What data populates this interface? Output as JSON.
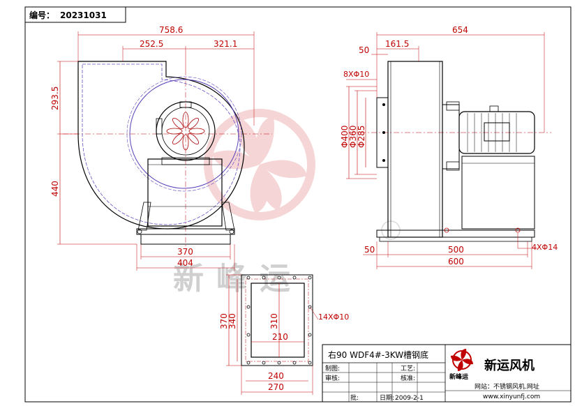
{
  "header": {
    "serial_label": "编号：",
    "serial_value": "20231031"
  },
  "front_view": {
    "dims": {
      "overall_width": "758.6",
      "left_width": "252.5",
      "right_width": "321.1",
      "upper_height": "293.5",
      "lower_height": "440",
      "base_inner": "370",
      "base_outer": "404"
    }
  },
  "side_view": {
    "dims": {
      "overall_width": "654",
      "flange_offset": "161.5",
      "flange_depth": "50",
      "bolt_holes": "8XΦ10",
      "d_outer": "Φ400",
      "d_bolt": "Φ360",
      "d_inner": "Φ285",
      "base_offset": "50",
      "base_inner": "500",
      "base_outer": "600",
      "base_holes": "4XΦ14"
    }
  },
  "outlet_view": {
    "dims": {
      "outer_height": "370",
      "bolt_height": "340",
      "inner_height": "310",
      "inner_width": "210",
      "bolt_width": "240",
      "outer_width": "270",
      "bolt_holes": "14XΦ10"
    }
  },
  "watermark": {
    "text": "新峰运"
  },
  "title_block": {
    "model": "右90 WDF4#-3KW槽钢底",
    "labels": {
      "drawn": "制图:",
      "checked": "审核:",
      "craft": "工艺:",
      "verify": "核准:",
      "date": "日期:",
      "batch": "批:"
    },
    "date_value": "2009-2-1",
    "company": "新运风机",
    "logo_text": "新峰运",
    "website_label": "网站：不锈钢风机.网址",
    "website_url": "www.xinyunfj.com"
  }
}
